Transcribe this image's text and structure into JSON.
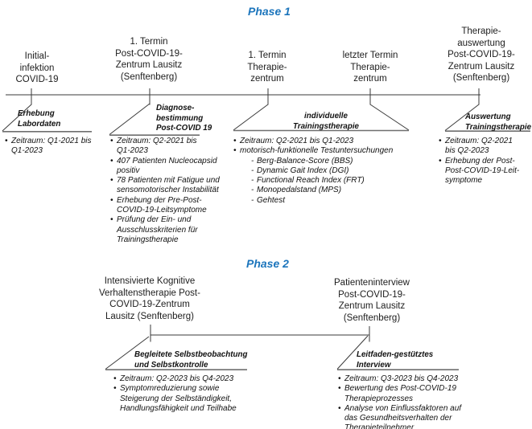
{
  "diagram": {
    "markers": {
      "bullet": "•",
      "dash": "-"
    },
    "colors": {
      "phase_title": "#1c75bc",
      "text": "#1a1a1a",
      "line": "#3a3a3a"
    },
    "phase1": {
      "title": "Phase 1",
      "milestones": [
        {
          "label": "Initial-\ninfektion\nCOVID-19"
        },
        {
          "label": "1. Termin\nPost-COVID-19-\nZentrum Lausitz\n(Senftenberg)"
        },
        {
          "label": "1. Termin\nTherapie-\nzentrum"
        },
        {
          "label": "letzter Termin\nTherapie-\nzentrum"
        },
        {
          "label": "Therapie-\nauswertung\nPost-COVID-19-\nZentrum Lausitz\n(Senftenberg)"
        }
      ],
      "callouts": [
        {
          "title": "Erhebung\nLabordaten",
          "bullets": [
            "Zeitraum: Q1-2021 bis\nQ1-2023"
          ]
        },
        {
          "title": "Diagnose-\nbestimmung\nPost-COVID 19",
          "bullets": [
            "Zeitraum: Q2-2021 bis\nQ1-2023",
            "407 Patienten Nucleocapsid\npositiv",
            "78 Patienten mit Fatigue und\nsensomotorischer Instabilität",
            "Erhebung der Pre-Post-\nCOVID-19-Leitsymptome",
            "Prüfung der Ein- und\nAusschlusskriterien für\nTrainingstherapie"
          ]
        },
        {
          "title": "individuelle\nTrainingstherapie",
          "bullets": [
            "Zeitraum: Q2-2021 bis Q1-2023",
            "motorisch-funktionelle Testuntersuchungen"
          ],
          "subbullets": [
            "Berg-Balance-Score (BBS)",
            "Dynamic Gait Index (DGI)",
            "Functional Reach Index (FRT)",
            "Monopedalstand (MPS)",
            "Gehtest"
          ]
        },
        {
          "title": "Auswertung\nTrainingstherapie",
          "bullets": [
            "Zeitraum: Q2-2021\nbis Q2-2023",
            "Erhebung der Post-\nPost-COVID-19-Leit-\nsymptome"
          ]
        }
      ]
    },
    "phase2": {
      "title": "Phase 2",
      "milestones": [
        {
          "label": "Intensivierte Kognitive\nVerhaltenstherapie Post-\nCOVID-19-Zentrum\nLausitz (Senftenberg)"
        },
        {
          "label": "Patienteninterview\nPost-COVID-19-\nZentrum Lausitz\n(Senftenberg)"
        }
      ],
      "callouts": [
        {
          "title": "Begleitete Selbstbeobachtung\nund Selbstkontrolle",
          "bullets": [
            "Zeitraum: Q2-2023 bis Q4-2023",
            "Symptomreduzierung sowie\nSteigerung der Selbständigkeit,\nHandlungsfähigkeit und Teilhabe"
          ]
        },
        {
          "title": "Leitfaden-gestütztes\nInterview",
          "bullets": [
            "Zeitraum: Q3-2023 bis Q4-2023",
            "Bewertung des Post-COVID-19\nTherapieprozesses",
            "Analyse von Einflussfaktoren auf\ndas Gesundheitsverhalten der\nTherapieteilnehmer"
          ]
        }
      ]
    }
  }
}
